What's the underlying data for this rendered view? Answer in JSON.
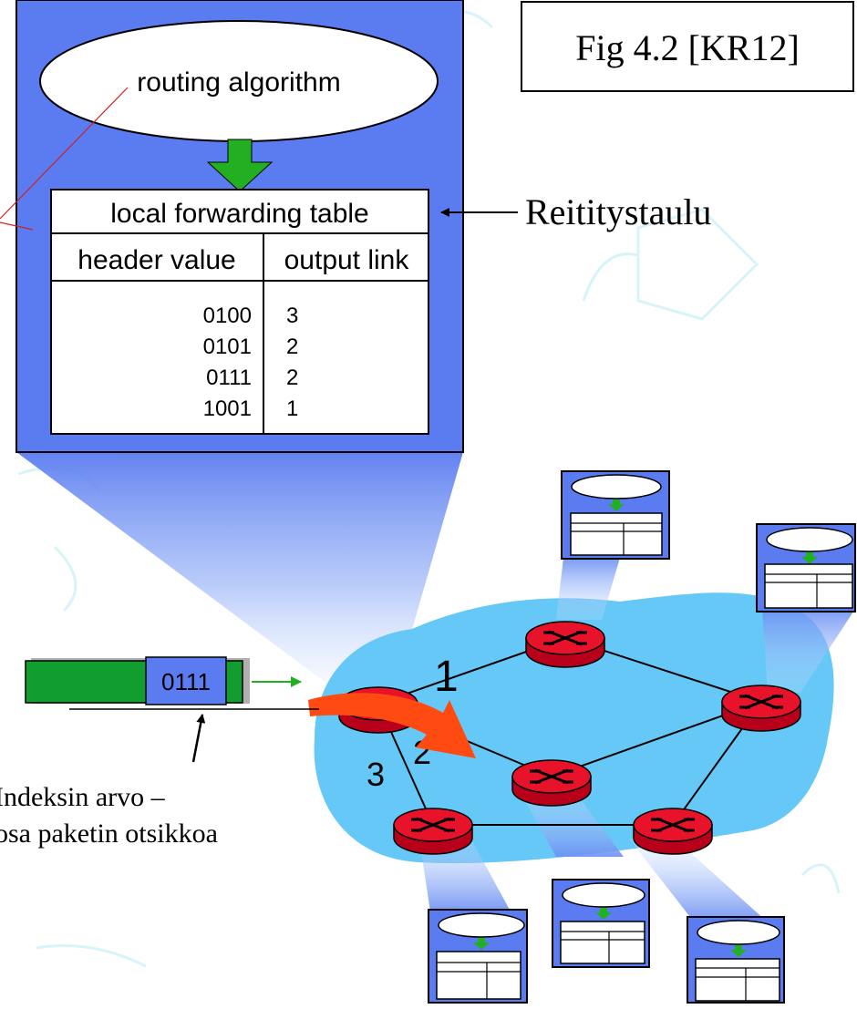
{
  "figure_label": "Fig 4.2 [KR12]",
  "routing_algorithm": "routing algorithm",
  "forwarding_table": {
    "title": "local forwarding table",
    "col_header": "header value",
    "col_link": "output link",
    "rows": [
      {
        "header": "0100",
        "link": "3"
      },
      {
        "header": "0101",
        "link": "2"
      },
      {
        "header": "0111",
        "link": "2"
      },
      {
        "header": "1001",
        "link": "1"
      }
    ]
  },
  "table_callout": "Reititystaulu",
  "packet": {
    "header_value": "0111"
  },
  "link_numbers": {
    "link1": "1",
    "link2": "2",
    "link3": "3"
  },
  "index_note": {
    "line1": "Indeksin arvo –",
    "line2": "osa paketin otsikkoa"
  },
  "colors": {
    "panel_blue": "#5a7cf0",
    "network_cloud": "#66c8f6",
    "router_red": "#e8122a",
    "packet_green": "#119e2e",
    "arrow_green": "#22b022",
    "flow_arrow": "#ff4a12"
  }
}
